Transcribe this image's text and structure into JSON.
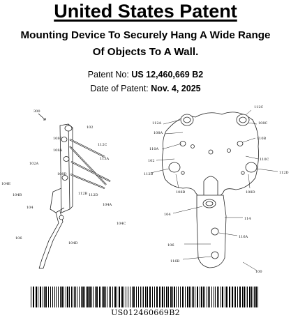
{
  "header": {
    "title": "United States Patent",
    "subtitle": "Mounting Device To Securely Hang A Wide Range Of Objects To A Wall."
  },
  "meta": {
    "patent_no_label": "Patent No:",
    "patent_no_value": "US 12,460,669 B2",
    "date_label": "Date of Patent:",
    "date_value": "Nov. 4, 2025"
  },
  "figure_left_labels": {
    "fig": "300",
    "l102": "102",
    "l108C": "108C",
    "l112C": "112C",
    "l108A": "108A",
    "l102A": "102A",
    "l113A": "113A",
    "l108D": "108D",
    "l104E": "104E",
    "l104B": "104B",
    "l112B": "112B",
    "l112D": "112D",
    "l104": "104",
    "l104A": "104A",
    "l106": "106",
    "l104C": "104C",
    "l104D": "104D"
  },
  "figure_right_labels": {
    "l112C": "112C",
    "l112A": "112A",
    "l108C": "108C",
    "l108A": "108A",
    "l110B": "110B",
    "l110A": "110A",
    "l102": "102",
    "l110C": "110C",
    "l112B": "112B",
    "l112D": "112D",
    "l108B": "108B",
    "l108D": "108D",
    "l104": "104",
    "l114": "114",
    "l116A": "116A",
    "l106": "106",
    "l116B": "116B",
    "l100": "100"
  },
  "barcode": {
    "text": "US012460669B2"
  }
}
